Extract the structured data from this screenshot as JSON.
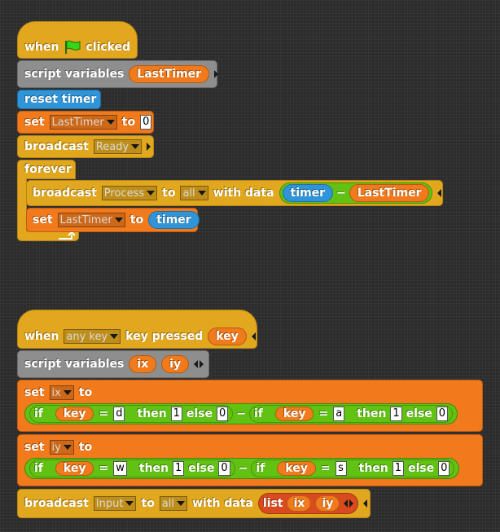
{
  "script1": {
    "hat": {
      "when": "when",
      "clicked": "clicked",
      "flag_icon": "green-flag-icon"
    },
    "script_vars": {
      "label": "script variables",
      "var": "LastTimer"
    },
    "reset_timer": "reset timer",
    "set1": {
      "set": "set",
      "var": "LastTimer",
      "to": "to",
      "value": "0"
    },
    "broadcast1": {
      "label": "broadcast",
      "msg": "Ready"
    },
    "forever": "forever",
    "broadcast2": {
      "label": "broadcast",
      "msg": "Process",
      "to": "to",
      "target": "all",
      "with_data": "with data",
      "timer": "timer",
      "minus": "−",
      "last": "LastTimer"
    },
    "set2": {
      "set": "set",
      "var": "LastTimer",
      "to": "to",
      "timer": "timer"
    }
  },
  "script2": {
    "hat": {
      "when": "when",
      "key": "any key",
      "pressed": "key pressed",
      "param": "key"
    },
    "script_vars": {
      "label": "script variables",
      "v1": "ix",
      "v2": "iy"
    },
    "set_ix": {
      "set": "set",
      "var": "ix",
      "to": "to",
      "left": {
        "if": "if",
        "key": "key",
        "eq": "=",
        "val": "d",
        "then": "then",
        "then_val": "1",
        "else": "else",
        "else_val": "0"
      },
      "minus": "−",
      "right": {
        "if": "if",
        "key": "key",
        "eq": "=",
        "val": "a",
        "then": "then",
        "then_val": "1",
        "else": "else",
        "else_val": "0"
      }
    },
    "set_iy": {
      "set": "set",
      "var": "iy",
      "to": "to",
      "left": {
        "if": "if",
        "key": "key",
        "eq": "=",
        "val": "w",
        "then": "then",
        "then_val": "1",
        "else": "else",
        "else_val": "0"
      },
      "minus": "−",
      "right": {
        "if": "if",
        "key": "key",
        "eq": "=",
        "val": "s",
        "then": "then",
        "then_val": "1",
        "else": "else",
        "else_val": "0"
      }
    },
    "broadcast": {
      "label": "broadcast",
      "msg": "Input",
      "to": "to",
      "target": "all",
      "with_data": "with data",
      "list": "list",
      "v1": "ix",
      "v2": "iy"
    }
  },
  "colors": {
    "control": "#e1a71e",
    "variables": "#f07a1c",
    "sensing": "#2f94d8",
    "operators": "#62c213",
    "lists": "#d94a1e",
    "background": "#2c2c2c"
  }
}
